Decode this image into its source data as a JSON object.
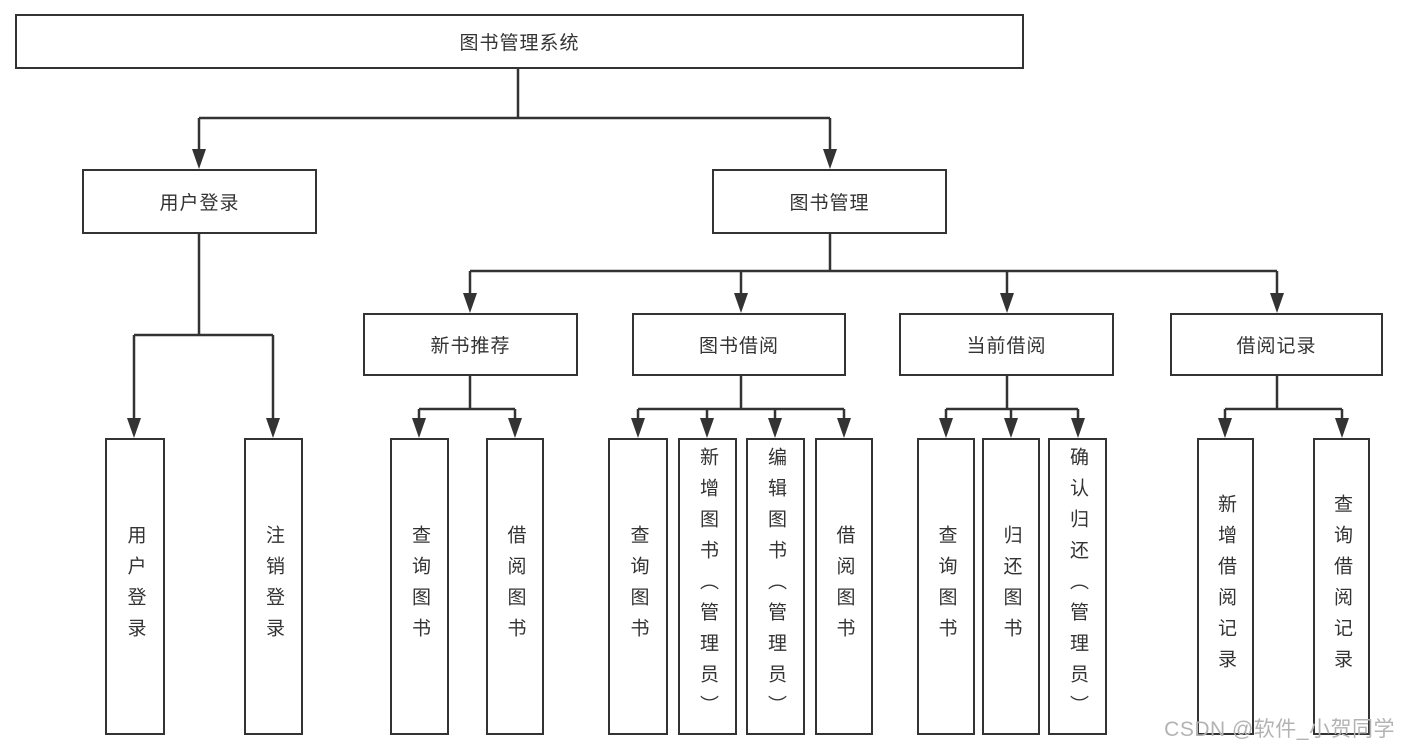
{
  "tree": {
    "root": {
      "label": "图书管理系统",
      "children": [
        {
          "label": "用户登录",
          "children": [
            {
              "label": "用户登录"
            },
            {
              "label": "注销登录"
            }
          ]
        },
        {
          "label": "图书管理",
          "children": [
            {
              "label": "新书推荐",
              "children": [
                {
                  "label": "查询图书"
                },
                {
                  "label": "借阅图书"
                }
              ]
            },
            {
              "label": "图书借阅",
              "children": [
                {
                  "label": "查询图书"
                },
                {
                  "label": "新增图书（管理员）"
                },
                {
                  "label": "编辑图书（管理员）"
                },
                {
                  "label": "借阅图书"
                }
              ]
            },
            {
              "label": "当前借阅",
              "children": [
                {
                  "label": "查询图书"
                },
                {
                  "label": "归还图书"
                },
                {
                  "label": "确认归还（管理员）"
                }
              ]
            },
            {
              "label": "借阅记录",
              "children": [
                {
                  "label": "新增借阅记录"
                },
                {
                  "label": "查询借阅记录"
                }
              ]
            }
          ]
        }
      ]
    }
  },
  "watermark": {
    "text": "CSDN @软件_小贺同学"
  },
  "colors": {
    "line": "#333333",
    "text": "#333333",
    "box_background": "#ffffff",
    "background": "#ffffff",
    "watermark": "#b3b3b3"
  }
}
